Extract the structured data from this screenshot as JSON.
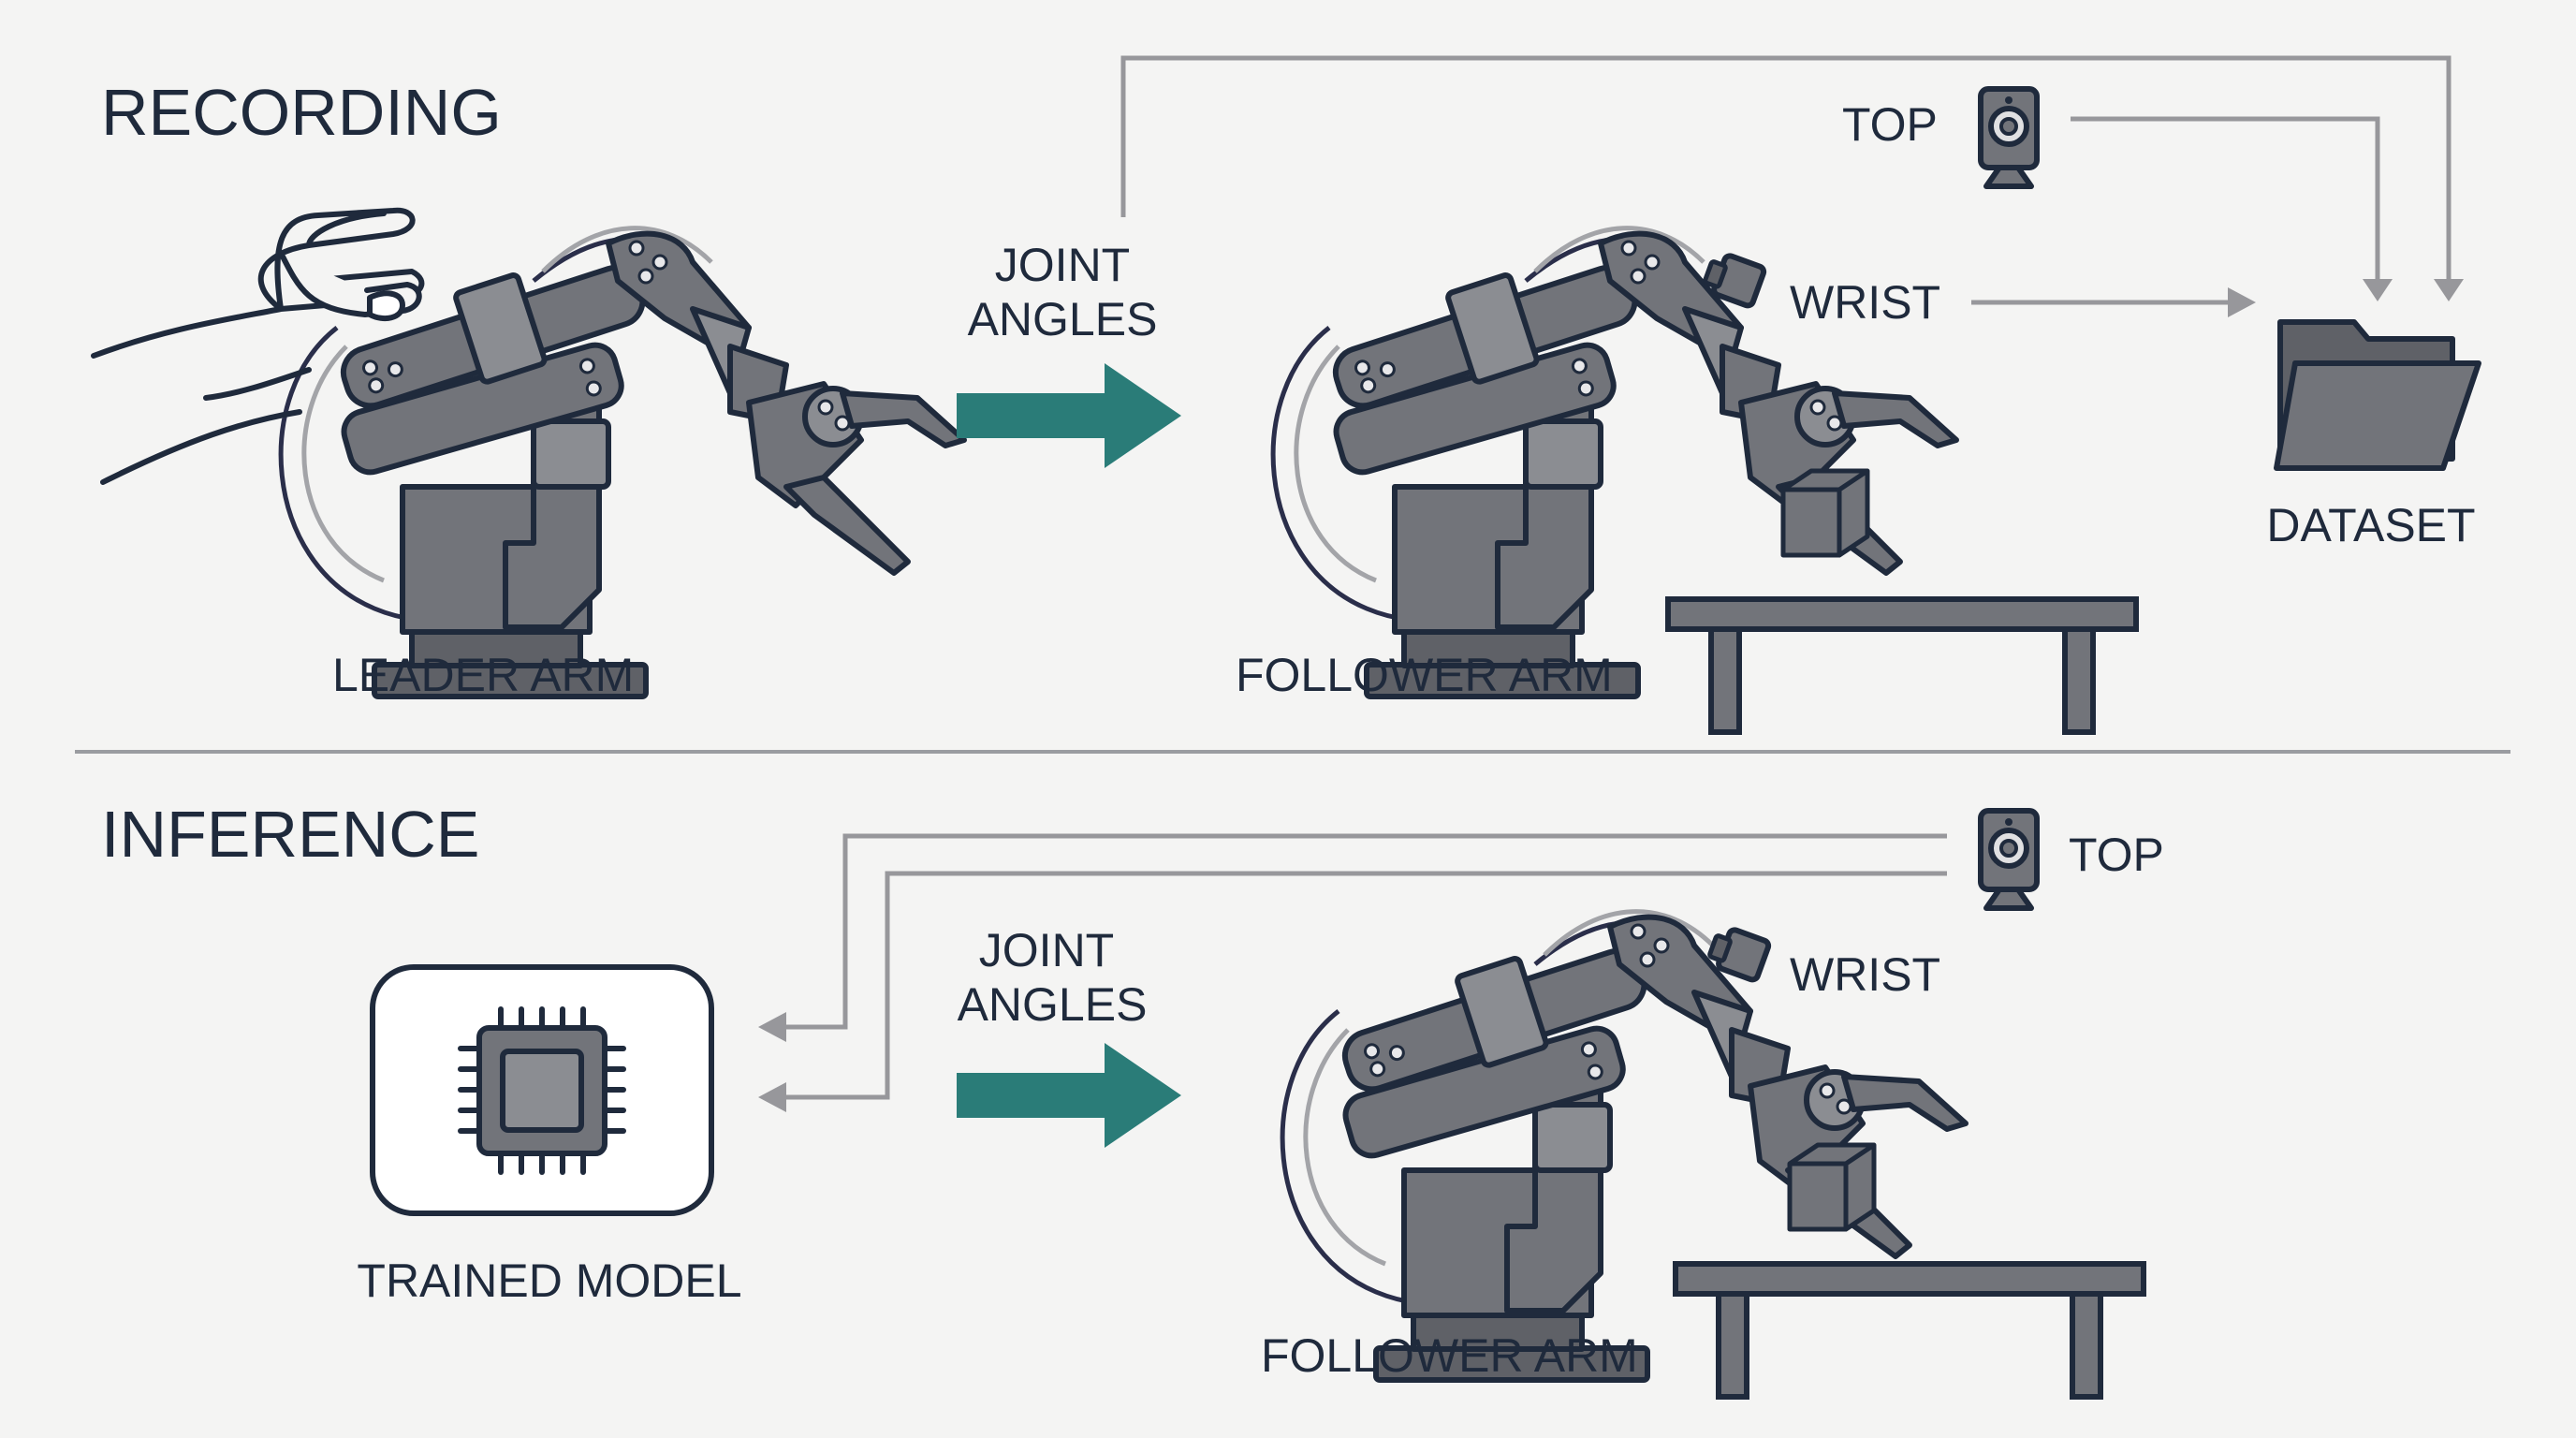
{
  "recording": {
    "title": "RECORDING",
    "leader_arm_label": "LEADER ARM",
    "joint_angles_line1": "JOINT",
    "joint_angles_line2": "ANGLES",
    "follower_arm_label": "FOLLOWER ARM",
    "top_camera_label": "TOP",
    "wrist_camera_label": "WRIST",
    "dataset_label": "DATASET"
  },
  "inference": {
    "title": "INFERENCE",
    "trained_model_label": "TRAINED MODEL",
    "joint_angles_line1": "JOINT",
    "joint_angles_line2": "ANGLES",
    "follower_arm_label": "FOLLOWER ARM",
    "top_camera_label": "TOP",
    "wrist_camera_label": "WRIST"
  },
  "colors": {
    "text": "#1f2a3c",
    "arm_metal": "#72747a",
    "flow_line": "#97979b",
    "teal_arrow": "#2a7c78",
    "background": "#f4f4f3"
  }
}
